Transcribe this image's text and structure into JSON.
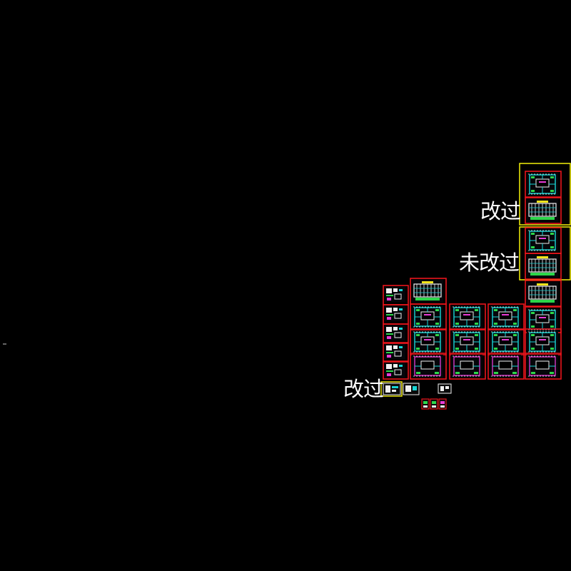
{
  "drawing": {
    "background": "#000000",
    "sheet_border_color": "#e8141b",
    "highlight_color": "#f4f10a",
    "annotation_color": "#ffffff",
    "plan_colors": [
      "#19d6d6",
      "#f0f0f0",
      "#2cd64a",
      "#e83bd6",
      "#f2e41a",
      "#3a62ff"
    ]
  },
  "annotations": {
    "revised_top": "改过",
    "unrevised": "未改过",
    "revised_bottom": "改过"
  }
}
